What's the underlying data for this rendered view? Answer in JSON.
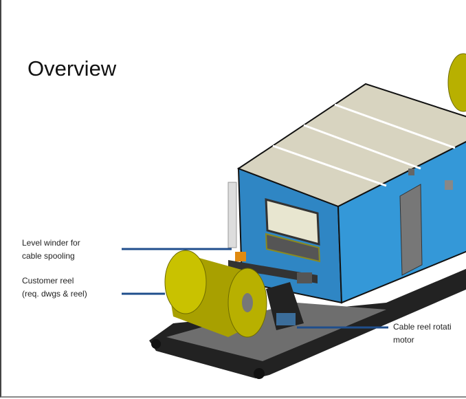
{
  "slide": {
    "title": "Overview",
    "callouts": [
      {
        "line1": "Level winder for",
        "line2": "cable spooling"
      },
      {
        "line1": "Customer reel",
        "line2": "(req. dwgs & reel)"
      },
      {
        "line1": "Cable reel rotati",
        "line2": "motor"
      }
    ],
    "colors": {
      "container": "#2f8fd0",
      "roof": "#d8d4c0",
      "reel": "#b8b000",
      "arrow": "#1f4e8c"
    }
  }
}
